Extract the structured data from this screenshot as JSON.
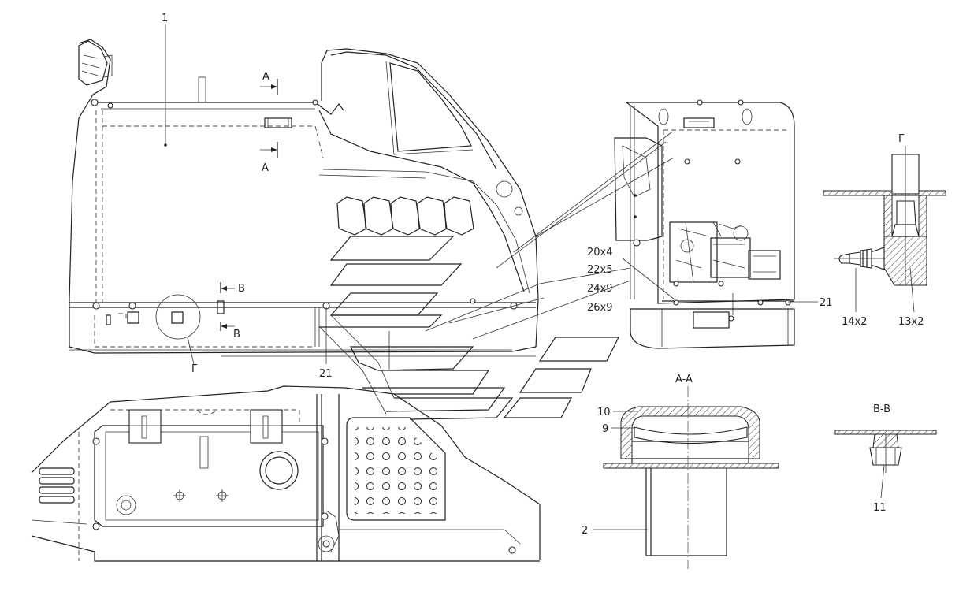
{
  "callouts": {
    "part_1": "1",
    "part_2": "2",
    "part_9": "9",
    "part_10": "10",
    "part_11": "11",
    "part_21_left": "21",
    "part_21_right": "21",
    "qty_13": "13x2",
    "qty_14": "14x2",
    "qty_20": "20x4",
    "qty_22": "22x5",
    "qty_24": "24x9",
    "qty_26": "26x9"
  },
  "sections": {
    "cut_a_top": "A",
    "cut_a_bottom": "A",
    "cut_b_top": "B",
    "cut_b_bottom": "B",
    "cut_g": "Г",
    "view_aa": "A-A",
    "view_bb": "B-B",
    "view_g": "Г"
  }
}
